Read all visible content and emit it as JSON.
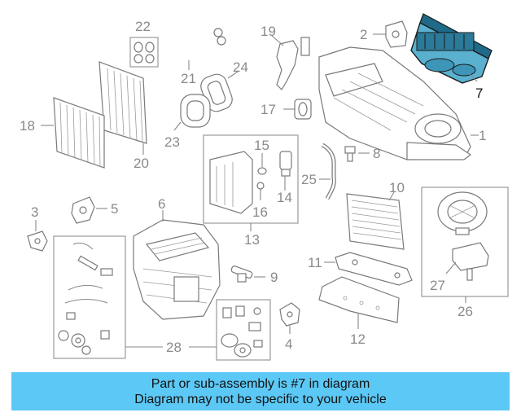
{
  "callouts": {
    "c1": "1",
    "c2": "2",
    "c3": "3",
    "c4": "4",
    "c5": "5",
    "c6": "6",
    "c7": "7",
    "c8": "8",
    "c9": "9",
    "c10": "10",
    "c11": "11",
    "c12": "12",
    "c13": "13",
    "c14": "14",
    "c15": "15",
    "c16": "16",
    "c17": "17",
    "c18": "18",
    "c19": "19",
    "c20": "20",
    "c21": "21",
    "c22": "22",
    "c23": "23",
    "c24": "24",
    "c25": "25",
    "c26": "26",
    "c27": "27",
    "c28": "28"
  },
  "highlight": {
    "part_number": "7",
    "color": "#5ab0cf"
  },
  "banner": {
    "line1": "Part or sub-assembly is #7 in diagram",
    "line2": "Diagram may not be specific to your vehicle",
    "background": "#5cc8f5"
  }
}
